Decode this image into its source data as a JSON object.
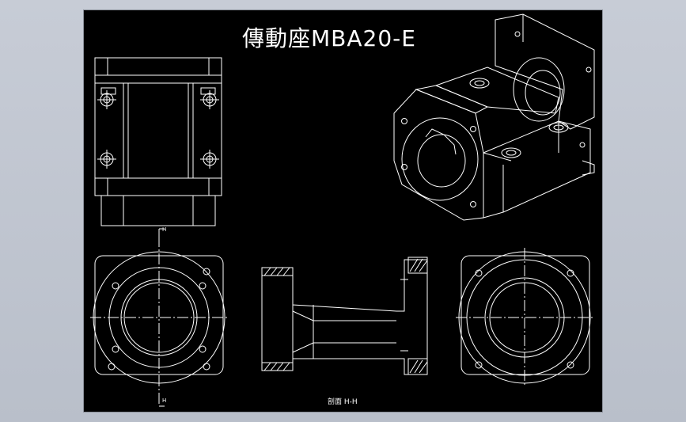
{
  "drawing": {
    "title": "傳動座MBA20-E",
    "section_label": "剖面 H-H",
    "cut_mark_top": "H",
    "cut_mark_bottom": "H",
    "colors": {
      "background": "#000000",
      "lines": "#ffffff",
      "hatch": "#ffffff",
      "frame": "#b9bfca"
    }
  }
}
